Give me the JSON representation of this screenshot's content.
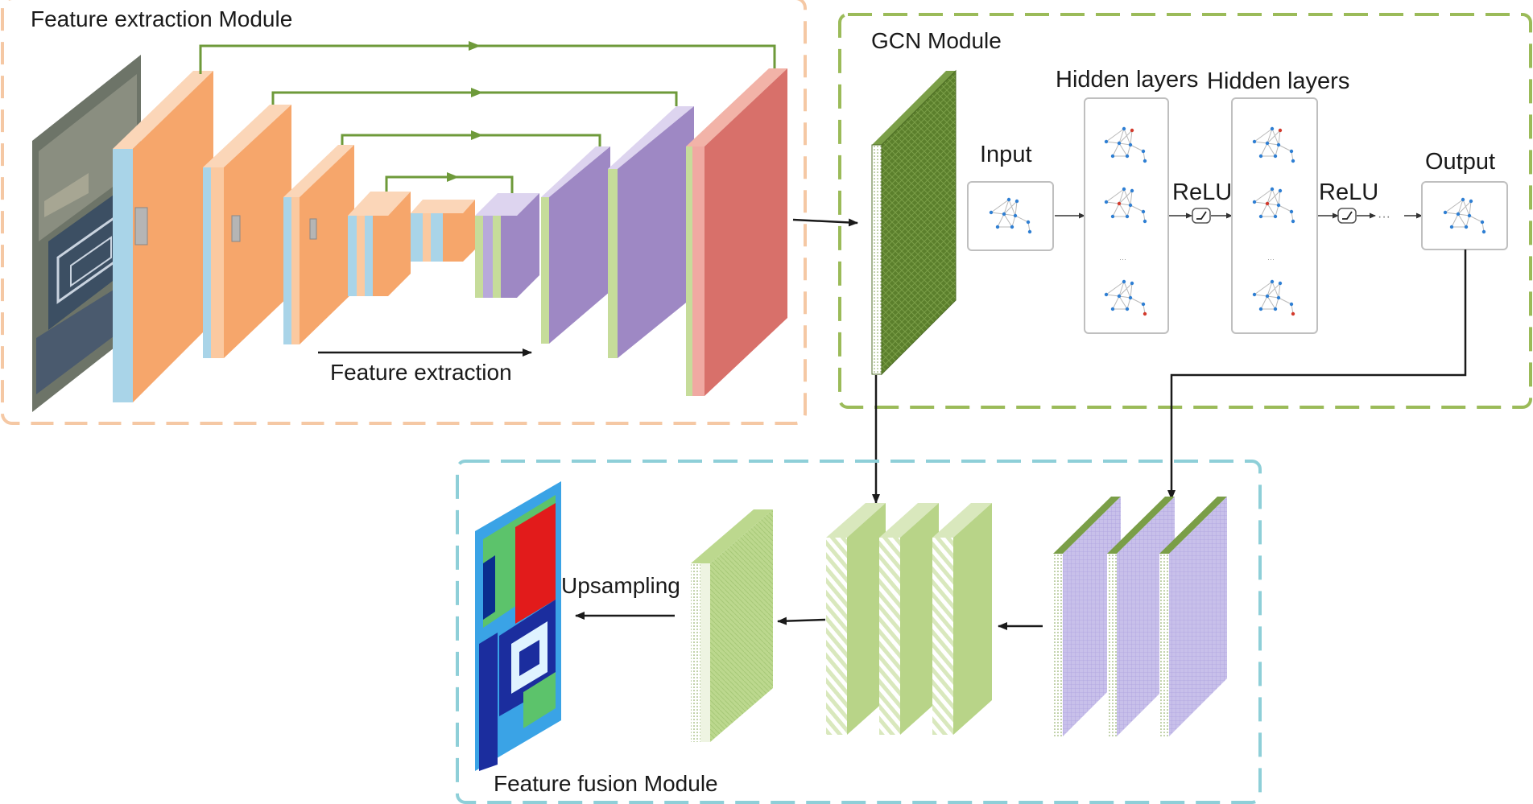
{
  "modules": {
    "feature_extraction": {
      "title": "Feature extraction Module",
      "arrow_label": "Feature extraction"
    },
    "gcn": {
      "title": "GCN Module",
      "input_label": "Input",
      "hidden_label_1": "Hidden layers",
      "hidden_label_2": "Hidden layers",
      "activation_1": "ReLU",
      "activation_2": "ReLU",
      "output_label": "Output",
      "ellipsis": "···"
    },
    "fusion": {
      "title": "Feature fusion Module",
      "upsampling_label": "Upsampling"
    }
  },
  "colors": {
    "extraction_border": "#f5c8a4",
    "gcn_border": "#9bbb59",
    "fusion_border": "#8ecfd8",
    "encoder_orange": "#f6a66b",
    "encoder_blue": "#a9d4e8",
    "decoder_purple": "#9e88c4",
    "decoder_green": "#c6dc9a",
    "output_red": "#d8706a",
    "gcn_feature": "#5b7f2c",
    "skip_arrow": "#6e9a3a"
  },
  "icons": {
    "relu": "relu-activation-icon",
    "graph": "graph-network-icon"
  }
}
